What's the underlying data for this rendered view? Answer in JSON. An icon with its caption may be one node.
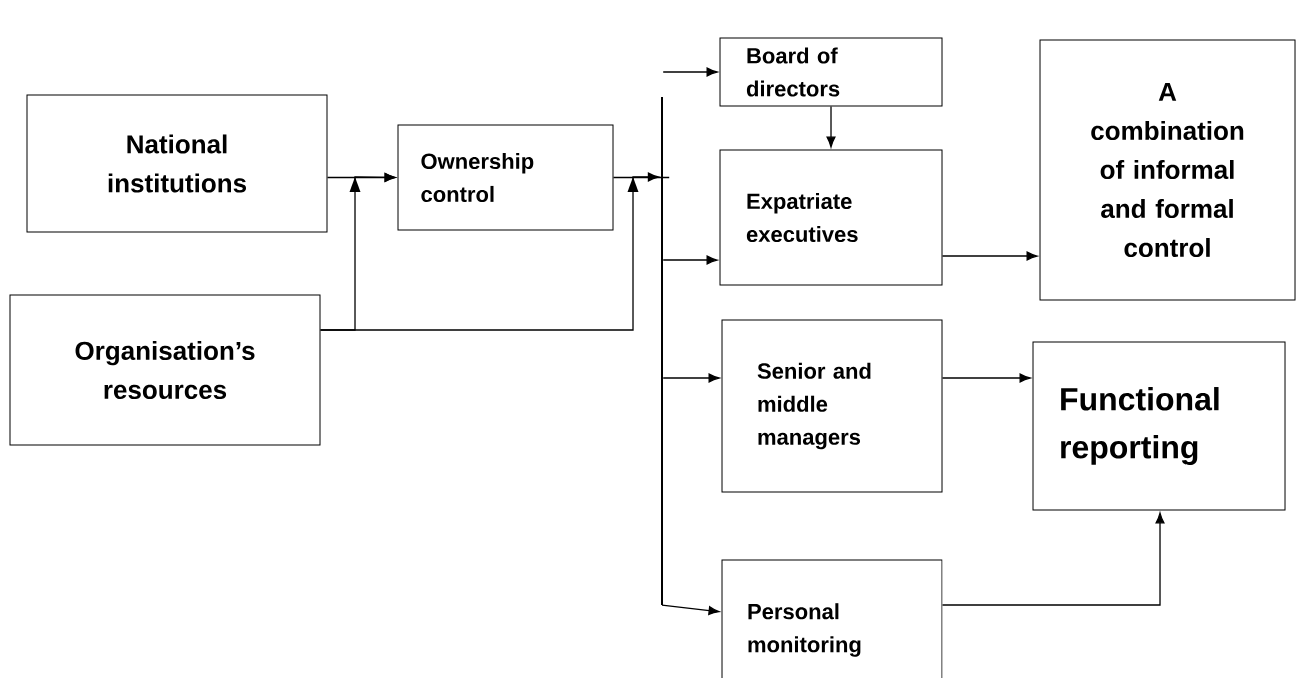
{
  "diagram": {
    "nodes": [
      {
        "text": [
          "National institutions"
        ]
      },
      {
        "text": [
          "Organisation’s resources"
        ]
      },
      {
        "text": [
          "Ownership control"
        ]
      },
      {
        "text": [],
        "shape": "bar"
      },
      {
        "text": [
          "Board of directors"
        ]
      },
      {
        "text": [
          "Expatriate executives"
        ]
      },
      {
        "text": [
          "A combination of informal and formal control"
        ]
      },
      {
        "text": [
          "Senior and middle managers"
        ]
      },
      {
        "text": [
          "Functional reporting"
        ]
      },
      {
        "text": [
          "Personal monitoring"
        ]
      }
    ],
    "edges": [
      {
        "from": 0,
        "to": 2,
        "arrow": "to"
      },
      {
        "from": 1,
        "to": 2,
        "arrow": "to"
      },
      {
        "from": 2,
        "to": 3,
        "arrow": "none"
      },
      {
        "from": 1,
        "to": 3,
        "arrow": "to"
      },
      {
        "from": 3,
        "to": 4,
        "arrow": "to"
      },
      {
        "from": 3,
        "to": 5,
        "arrow": "to"
      },
      {
        "from": 4,
        "to": 5,
        "arrow": "to"
      },
      {
        "from": 5,
        "to": 6,
        "arrow": "to"
      },
      {
        "from": 3,
        "to": 7,
        "arrow": "to"
      },
      {
        "from": 7,
        "to": 8,
        "arrow": "to"
      },
      {
        "from": 3,
        "to": 9,
        "arrow": "to"
      },
      {
        "from": 9,
        "to": 8,
        "arrow": "to"
      }
    ]
  }
}
